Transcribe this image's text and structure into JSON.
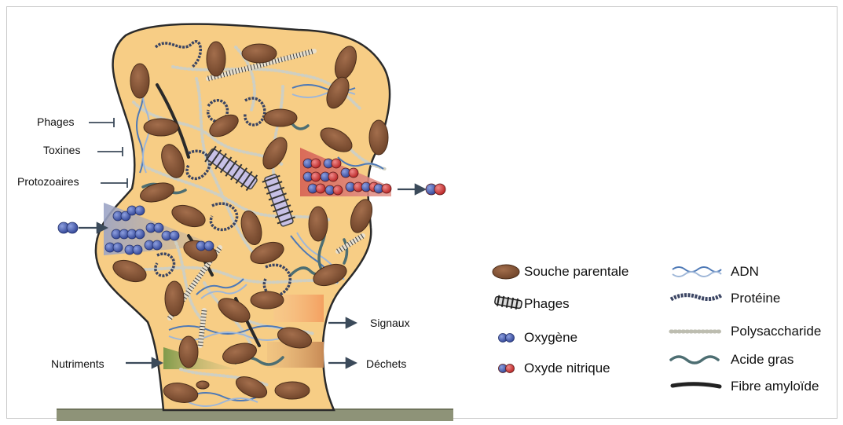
{
  "colors": {
    "biofilm_fill": "#f7cd85",
    "biofilm_stroke": "#222222",
    "cell": "#8b5a3c",
    "cell_dark": "#5e3a24",
    "oxygen": "#4a60b0",
    "nitric_red": "#d33b3b",
    "substrate": "#8e9378",
    "arrow": "#3b4a5a",
    "dna_blue": "#4e79b6",
    "polysaccharide": "#d8d8cc",
    "acid": "#4d6e72",
    "amyloid": "#222222"
  },
  "labels": {
    "phages": "Phages",
    "toxines": "Toxines",
    "protozoaires": "Protozoaires",
    "nutriments": "Nutriments",
    "signaux": "Signaux",
    "dechets": "Déchets"
  },
  "legend": {
    "souche": "Souche parentale",
    "phages": "Phages",
    "oxygene": "Oxygène",
    "oxyde": "Oxyde nitrique",
    "adn": "ADN",
    "proteine": "Protéine",
    "polysaccharide": "Polysaccharide",
    "acide": "Acide gras",
    "fibre": "Fibre amyloïde"
  }
}
